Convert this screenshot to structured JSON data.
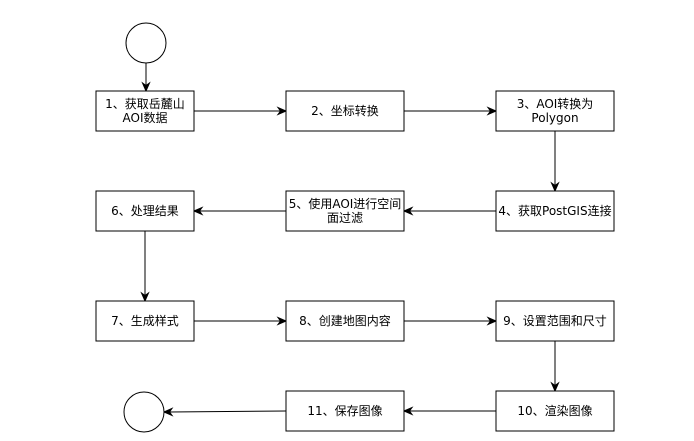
{
  "diagram": {
    "nodes": [
      {
        "id": "start",
        "kind": "terminal",
        "label": ""
      },
      {
        "id": "n1",
        "kind": "process",
        "lines": [
          "1、获取岳麓山",
          "AOI数据"
        ]
      },
      {
        "id": "n2",
        "kind": "process",
        "lines": [
          "2、坐标转换"
        ]
      },
      {
        "id": "n3",
        "kind": "process",
        "lines": [
          "3、AOI转换为",
          "Polygon"
        ]
      },
      {
        "id": "n4",
        "kind": "process",
        "lines": [
          "4、获取PostGIS连接"
        ]
      },
      {
        "id": "n5",
        "kind": "process",
        "lines": [
          "5、使用AOI进行空间",
          "面过滤"
        ]
      },
      {
        "id": "n6",
        "kind": "process",
        "lines": [
          "6、处理结果"
        ]
      },
      {
        "id": "n7",
        "kind": "process",
        "lines": [
          "7、生成样式"
        ]
      },
      {
        "id": "n8",
        "kind": "process",
        "lines": [
          "8、创建地图内容"
        ]
      },
      {
        "id": "n9",
        "kind": "process",
        "lines": [
          "9、设置范围和尺寸"
        ]
      },
      {
        "id": "n10",
        "kind": "process",
        "lines": [
          "10、渲染图像"
        ]
      },
      {
        "id": "n11",
        "kind": "process",
        "lines": [
          "11、保存图像"
        ]
      },
      {
        "id": "end",
        "kind": "terminal",
        "label": ""
      }
    ],
    "edges": [
      {
        "from": "start",
        "to": "n1"
      },
      {
        "from": "n1",
        "to": "n2"
      },
      {
        "from": "n2",
        "to": "n3"
      },
      {
        "from": "n3",
        "to": "n4"
      },
      {
        "from": "n4",
        "to": "n5"
      },
      {
        "from": "n5",
        "to": "n6"
      },
      {
        "from": "n6",
        "to": "n7"
      },
      {
        "from": "n7",
        "to": "n8"
      },
      {
        "from": "n8",
        "to": "n9"
      },
      {
        "from": "n9",
        "to": "n10"
      },
      {
        "from": "n10",
        "to": "n11"
      },
      {
        "from": "n11",
        "to": "end"
      }
    ]
  }
}
